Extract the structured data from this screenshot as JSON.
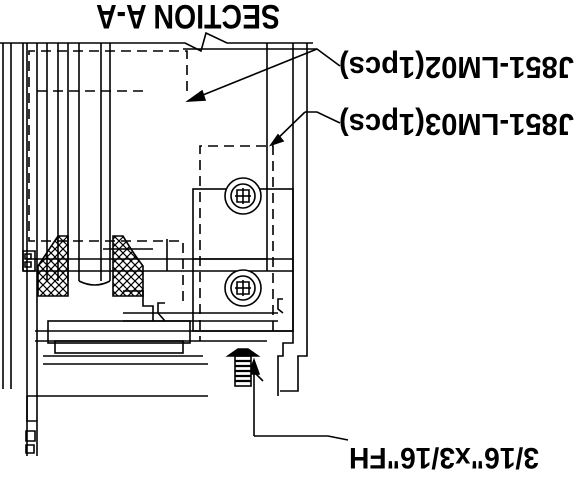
{
  "drawing": {
    "section_title": "SECTION A-A",
    "callouts": [
      {
        "id": "lm02",
        "text": "J851-LM02(1pcs)"
      },
      {
        "id": "lm03",
        "text": "J851-LM03(1pcs)"
      },
      {
        "id": "screw",
        "text": "3/16\"x3/16\"FH"
      }
    ],
    "orientation": "rotated 180°",
    "colors": {
      "line": "#000000",
      "background": "#ffffff"
    }
  }
}
